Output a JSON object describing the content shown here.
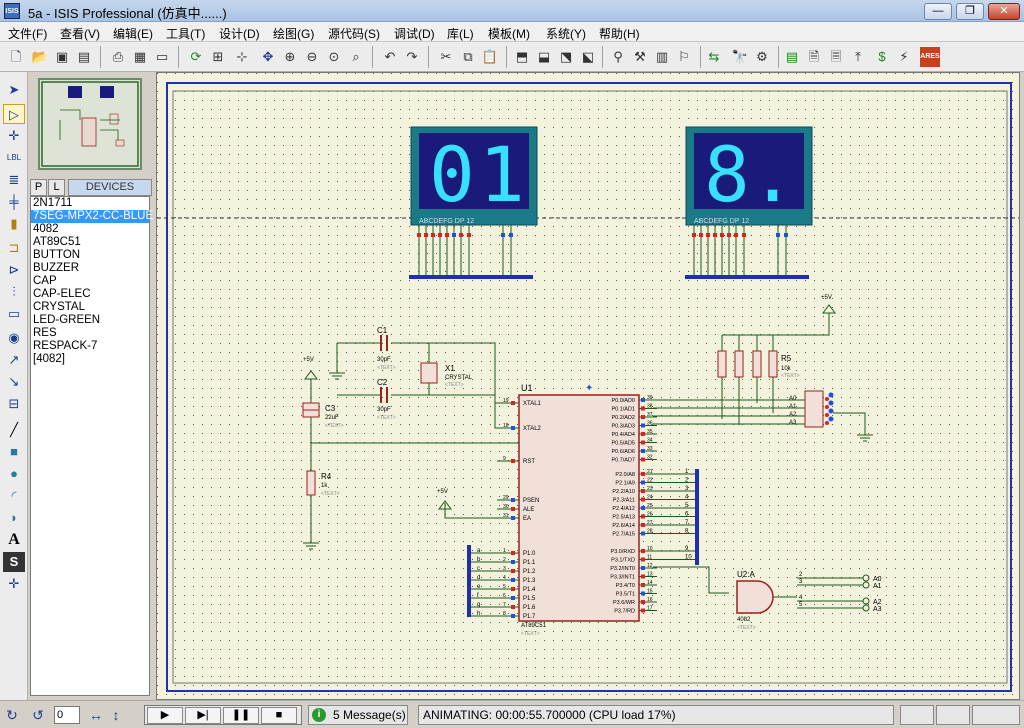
{
  "window": {
    "title": "5a - ISIS Professional (仿真中......)",
    "icon_text": "ISIS"
  },
  "menu": [
    "文件(F)",
    "查看(V)",
    "编辑(E)",
    "工具(T)",
    "设计(D)",
    "绘图(G)",
    "源代码(S)",
    "调试(D)",
    "库(L)",
    "模板(M)",
    "系统(Y)",
    "帮助(H)"
  ],
  "toolbar": {
    "icons": [
      "new-file-icon",
      "open-folder-icon",
      "save-icon",
      "import-icon",
      "print-icon",
      "printer-setup-icon",
      "refresh-icon",
      "grid-icon",
      "origin-icon",
      "pan-icon",
      "zoom-in-icon",
      "zoom-out-icon",
      "zoom-all-icon",
      "zoom-area-icon",
      "undo-icon",
      "redo-icon",
      "cut-icon",
      "copy-icon",
      "paste-icon",
      "block-copy-icon",
      "block-move-icon",
      "block-rotate-icon",
      "block-delete-icon",
      "pick-device-icon",
      "make-device-icon",
      "packaging-tool-icon",
      "decompose-icon",
      "wire-autorouter-icon",
      "search-tag-icon",
      "property-tool-icon",
      "design-explorer-icon",
      "new-sheet-icon",
      "remove-sheet-icon",
      "exit-to-parent-icon",
      "bill-of-materials-icon",
      "electrical-rule-check-icon",
      "netlist-to-ares-icon"
    ]
  },
  "left_tools": [
    "selection-mode-icon",
    "component-mode-icon",
    "junction-dot-icon",
    "wire-label-icon",
    "text-script-icon",
    "buses-icon",
    "subcircuit-icon",
    "terminals-icon",
    "device-pins-icon",
    "graph-icon",
    "tape-recorder-icon",
    "generator-icon",
    "voltage-probe-icon",
    "current-probe-icon",
    "virtual-instruments-icon",
    "line-icon",
    "box-icon",
    "circle-icon",
    "arc-icon",
    "path-icon",
    "text-icon",
    "symbol-icon",
    "marker-icon"
  ],
  "panel": {
    "tabs": [
      "P",
      "L"
    ],
    "header": "DEVICES",
    "devices": [
      "2N1711",
      "7SEG-MPX2-CC-BLUE",
      "4082",
      "AT89C51",
      "BUTTON",
      "BUZZER",
      "CAP",
      "CAP-ELEC",
      "CRYSTAL",
      "LED-GREEN",
      "RES",
      "RESPACK-7",
      "[4082]"
    ],
    "selected_index": 1
  },
  "schematic": {
    "display1": {
      "digits": [
        "0",
        "1"
      ],
      "pin_labels": "ABCDEFG DP    12"
    },
    "display2": {
      "digits": [
        "8."
      ],
      "pin_labels": "ABCDEFG DP    12"
    },
    "c1": {
      "ref": "C1",
      "value": "30pF",
      "text": "<TEXT>"
    },
    "c2": {
      "ref": "C2",
      "value": "30pF",
      "text": "<TEXT>"
    },
    "c3": {
      "ref": "C3",
      "value": "22uF",
      "text": "<TEXT>"
    },
    "x1": {
      "ref": "X1",
      "value": "CRYSTAL",
      "text": "<TEXT>"
    },
    "r4": {
      "ref": "R4",
      "value": "1k",
      "text": "<TEXT>"
    },
    "r5": {
      "ref": "R5",
      "value": "10k",
      "text": "<TEXT>"
    },
    "u1": {
      "ref": "U1",
      "part": "AT89C51",
      "text": "<TEXT>",
      "left_pins": [
        {
          "num": "19",
          "name": "XTAL1"
        },
        {
          "num": "18",
          "name": "XTAL2"
        },
        {
          "num": "9",
          "name": "RST"
        },
        {
          "num": "29",
          "name": "PSEN"
        },
        {
          "num": "30",
          "name": "ALE"
        },
        {
          "num": "31",
          "name": "EA"
        },
        {
          "num": "1",
          "name": "P1.0"
        },
        {
          "num": "2",
          "name": "P1.1"
        },
        {
          "num": "3",
          "name": "P1.2"
        },
        {
          "num": "4",
          "name": "P1.3"
        },
        {
          "num": "5",
          "name": "P1.4"
        },
        {
          "num": "6",
          "name": "P1.5"
        },
        {
          "num": "7",
          "name": "P1.6"
        },
        {
          "num": "8",
          "name": "P1.7"
        }
      ],
      "right_pins": [
        {
          "num": "39",
          "name": "P0.0/AD0"
        },
        {
          "num": "38",
          "name": "P0.1/AD1"
        },
        {
          "num": "37",
          "name": "P0.2/AD2"
        },
        {
          "num": "36",
          "name": "P0.3/AD3"
        },
        {
          "num": "35",
          "name": "P0.4/AD4"
        },
        {
          "num": "34",
          "name": "P0.5/AD5"
        },
        {
          "num": "33",
          "name": "P0.6/AD6"
        },
        {
          "num": "32",
          "name": "P0.7/AD7"
        },
        {
          "num": "21",
          "name": "P2.0/A8"
        },
        {
          "num": "22",
          "name": "P2.1/A9"
        },
        {
          "num": "23",
          "name": "P2.2/A10"
        },
        {
          "num": "24",
          "name": "P2.3/A11"
        },
        {
          "num": "25",
          "name": "P2.4/A12"
        },
        {
          "num": "26",
          "name": "P2.5/A13"
        },
        {
          "num": "27",
          "name": "P2.6/A14"
        },
        {
          "num": "28",
          "name": "P2.7/A15"
        },
        {
          "num": "10",
          "name": "P3.0/RXD"
        },
        {
          "num": "11",
          "name": "P3.1/TXD"
        },
        {
          "num": "12",
          "name": "P3.2/INT0"
        },
        {
          "num": "13",
          "name": "P3.3/INT1"
        },
        {
          "num": "14",
          "name": "P3.4/T0"
        },
        {
          "num": "15",
          "name": "P3.5/T1"
        },
        {
          "num": "16",
          "name": "P3.6/WR"
        },
        {
          "num": "17",
          "name": "P3.7/RD"
        }
      ]
    },
    "u2": {
      "ref": "U2:A",
      "part": "4082",
      "text": "<TEXT>",
      "pins": [
        "2",
        "3",
        "4",
        "5"
      ]
    },
    "u2_outputs": [
      "A0",
      "A1",
      "A2",
      "A3"
    ],
    "power_label": "+5V",
    "bus_left_labels": [
      "a",
      "b",
      "c",
      "d",
      "e",
      "f",
      "g",
      "h"
    ],
    "bus_right_labels": [
      "1",
      "2",
      "3",
      "4",
      "5",
      "6",
      "7",
      "8",
      "9",
      "10"
    ],
    "respack_labels": [
      "A0",
      "A1",
      "A2",
      "A3"
    ]
  },
  "statusbar": {
    "rotation_value": "0",
    "play_buttons": [
      "play",
      "step",
      "pause",
      "stop"
    ],
    "messages": "5 Message(s)",
    "animating": "ANIMATING: 00:00:55.700000 (CPU load 17%)"
  },
  "colors": {
    "canvas_bg": "#f3f2dc",
    "wire": "#1a5a1a",
    "display_bg": "#1a1a7a",
    "segment": "#38e0ff",
    "chip_fill": "#f0e0d8",
    "chip_border": "#9a2020",
    "bus": "#1f2fb0",
    "pin_high": "#e02020",
    "pin_low": "#2050e0"
  }
}
